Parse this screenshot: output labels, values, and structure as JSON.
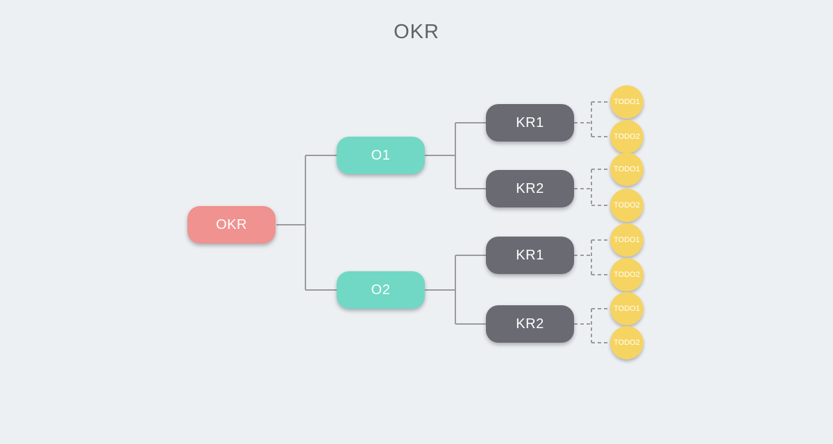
{
  "title": "OKR",
  "colors": {
    "background": "#edf0f2",
    "root": "#f09290",
    "objective": "#70d8c5",
    "key_result": "#6a6a73",
    "todo": "#f6d462",
    "connector": "#9a9a9a",
    "title_text": "#5e6166",
    "node_text": "#ffffff"
  },
  "tree": {
    "root": {
      "label": "OKR"
    },
    "objectives": [
      {
        "label": "O1",
        "key_results": [
          {
            "label": "KR1",
            "todos": [
              "TODO1",
              "TODO2"
            ]
          },
          {
            "label": "KR2",
            "todos": [
              "TODO1",
              "TODO2"
            ]
          }
        ]
      },
      {
        "label": "O2",
        "key_results": [
          {
            "label": "KR1",
            "todos": [
              "TODO1",
              "TODO2"
            ]
          },
          {
            "label": "KR2",
            "todos": [
              "TODO1",
              "TODO2"
            ]
          }
        ]
      }
    ]
  }
}
